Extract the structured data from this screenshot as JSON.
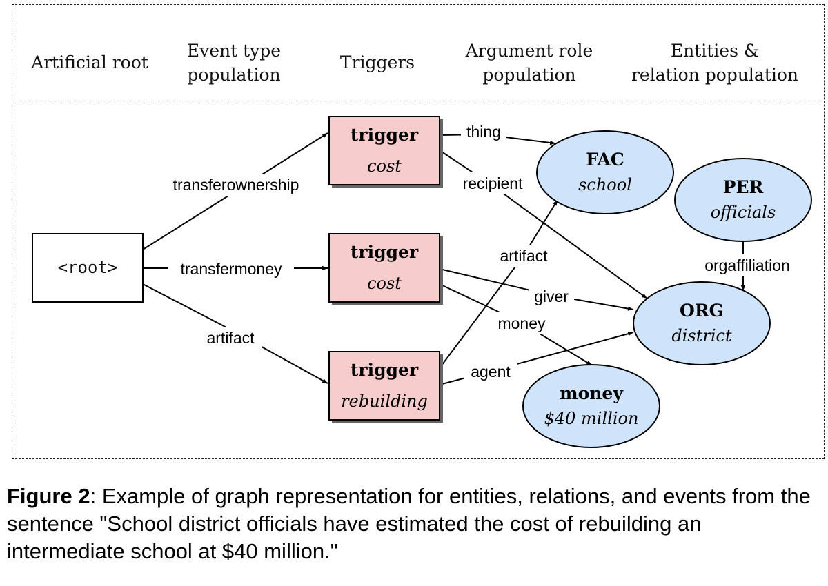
{
  "headers": {
    "artificial_root": "Artificial root",
    "event_type_l1": "Event type",
    "event_type_l2": "population",
    "triggers": "Triggers",
    "argument_role_l1": "Argument role",
    "argument_role_l2": "population",
    "entities_l1": "Entities &",
    "entities_l2": "relation population"
  },
  "nodes": {
    "root": {
      "label": "<root>"
    },
    "trigger1": {
      "type": "trigger",
      "word": "cost"
    },
    "trigger2": {
      "type": "trigger",
      "word": "cost"
    },
    "trigger3": {
      "type": "trigger",
      "word": "rebuilding"
    },
    "fac": {
      "type": "FAC",
      "word": "school"
    },
    "per": {
      "type": "PER",
      "word": "officials"
    },
    "org": {
      "type": "ORG",
      "word": "district"
    },
    "money": {
      "type": "money",
      "word": "$40 million"
    }
  },
  "edges": {
    "root_t1": "transferownership",
    "root_t2": "transfermoney",
    "root_t3": "artifact",
    "t1_fac": "thing",
    "t1_org": "recipient",
    "t3_fac": "artifact",
    "t2_org": "giver",
    "t2_money": "money",
    "t3_org": "agent",
    "per_org": "orgaffiliation"
  },
  "colors": {
    "trigger_fill": "#f7cccc",
    "entity_fill": "#cfe4fb",
    "stroke": "#000000"
  },
  "caption": {
    "label": "Figure 2",
    "text": ": Example of graph representation for entities, relations, and events from the sentence \"School district officials have estimated the cost of rebuilding an intermediate school at $40 million.\""
  }
}
